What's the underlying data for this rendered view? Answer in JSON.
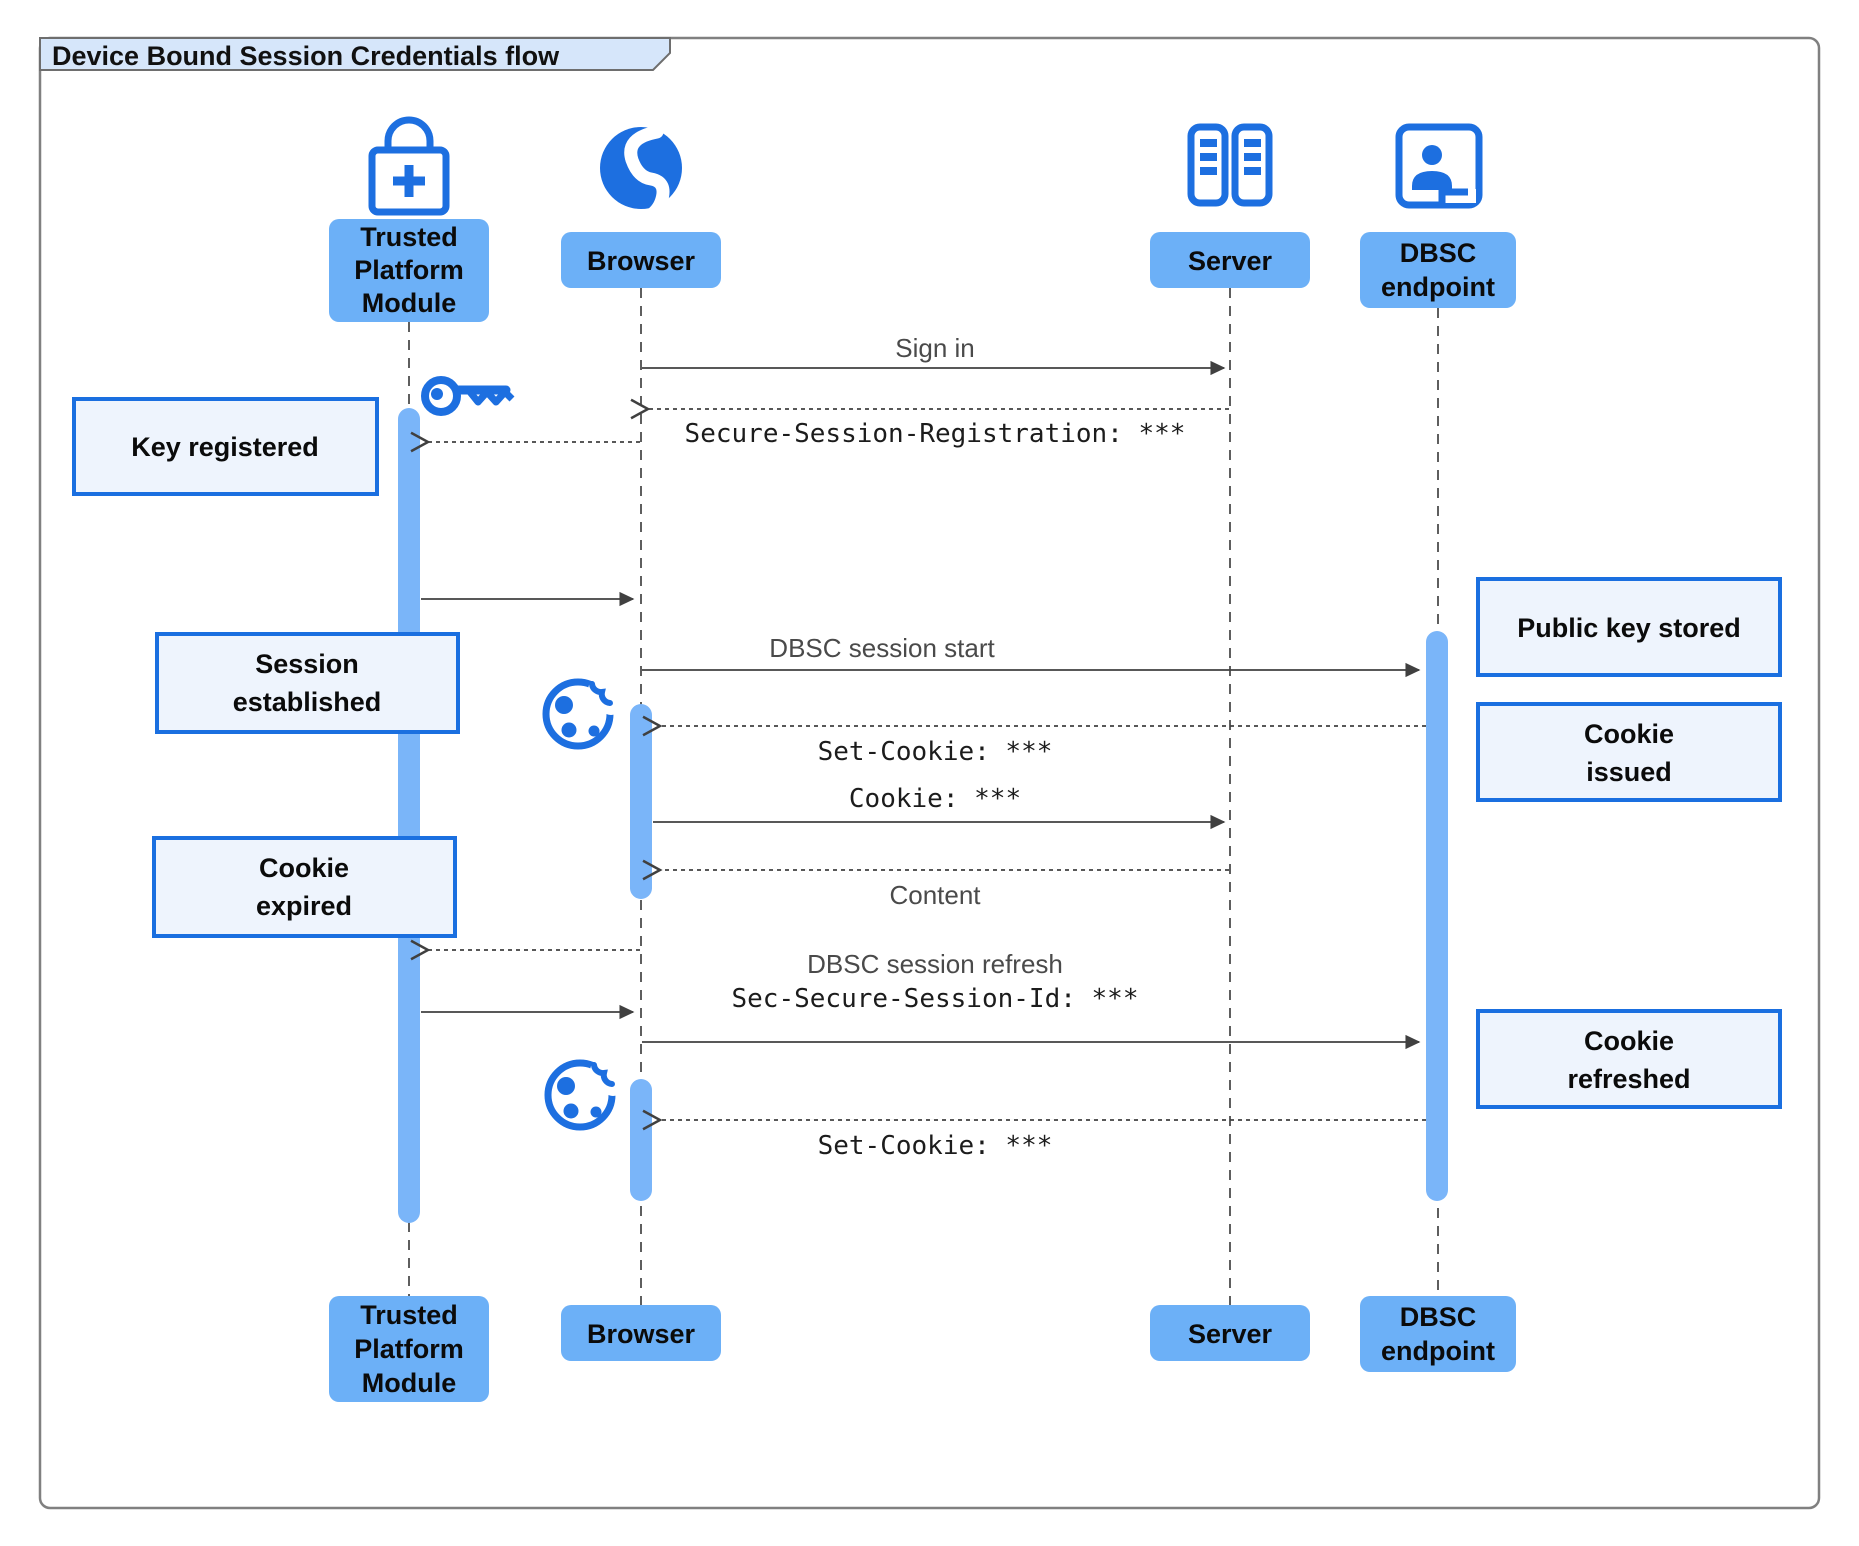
{
  "title": "Device Bound Session Credentials flow",
  "diagram_type": "sequence-diagram",
  "colors": {
    "icon_blue": "#1d6fe0",
    "actor_box_fill": "#6cb0f7",
    "activation_bar_fill": "#7ab5f9",
    "note_fill": "#eef4fd",
    "note_border": "#1a6fe0",
    "title_tab_fill": "#d6e6fa",
    "frame_border": "#808080",
    "arrow_line": "#404040"
  },
  "actors": {
    "tpm": {
      "icon": "lock-plus-icon",
      "label_lines": [
        "Trusted",
        "Platform",
        "Module"
      ]
    },
    "browser": {
      "icon": "globe-icon",
      "label_lines": [
        "Browser"
      ]
    },
    "server": {
      "icon": "server-rack-icon",
      "label_lines": [
        "Server"
      ]
    },
    "dbsc": {
      "icon": "badge-door-icon",
      "label_lines": [
        "DBSC",
        "endpoint"
      ]
    }
  },
  "icons": [
    "lock-plus-icon",
    "globe-icon",
    "server-rack-icon",
    "badge-door-icon",
    "key-icon",
    "cookie-icon"
  ],
  "messages": {
    "sign_in": {
      "label": "Sign in",
      "from": "browser",
      "to": "server",
      "style": "solid"
    },
    "secure_session_registration": {
      "label": "Secure-Session-Registration: ***",
      "from": "server",
      "to": "browser",
      "style": "dashed"
    },
    "key_ack": {
      "label": "",
      "from": "browser",
      "to": "tpm",
      "style": "dashed"
    },
    "key_to_browser": {
      "label": "",
      "from": "tpm",
      "to": "browser",
      "style": "solid"
    },
    "dbsc_session_start": {
      "label": "DBSC session start",
      "from": "browser",
      "to": "dbsc",
      "style": "solid"
    },
    "set_cookie_1": {
      "label": "Set-Cookie: ***",
      "from": "dbsc",
      "to": "browser",
      "style": "dashed"
    },
    "cookie": {
      "label": "Cookie: ***",
      "from": "browser",
      "to": "server",
      "style": "solid"
    },
    "content": {
      "label": "Content",
      "from": "server",
      "to": "browser",
      "style": "dashed"
    },
    "refresh_ask": {
      "label": "",
      "from": "browser",
      "to": "tpm",
      "style": "dashed"
    },
    "refresh_sig": {
      "label": "",
      "from": "tpm",
      "to": "browser",
      "style": "solid"
    },
    "dbsc_session_refresh": {
      "label": "DBSC session refresh",
      "label2": "Sec-Secure-Session-Id: ***",
      "from": "browser",
      "to": "dbsc",
      "style": "solid"
    },
    "set_cookie_2": {
      "label": "Set-Cookie: ***",
      "from": "dbsc",
      "to": "browser",
      "style": "dashed"
    }
  },
  "notes": {
    "key_registered": {
      "side": "left",
      "lines": [
        "Key registered"
      ]
    },
    "session_established": {
      "side": "left",
      "lines": [
        "Session",
        "established"
      ]
    },
    "cookie_expired": {
      "side": "left",
      "lines": [
        "Cookie",
        "expired"
      ]
    },
    "public_key_stored": {
      "side": "right",
      "lines": [
        "Public key stored"
      ]
    },
    "cookie_issued": {
      "side": "right",
      "lines": [
        "Cookie",
        "issued"
      ]
    },
    "cookie_refreshed": {
      "side": "right",
      "lines": [
        "Cookie",
        "refreshed"
      ]
    }
  }
}
